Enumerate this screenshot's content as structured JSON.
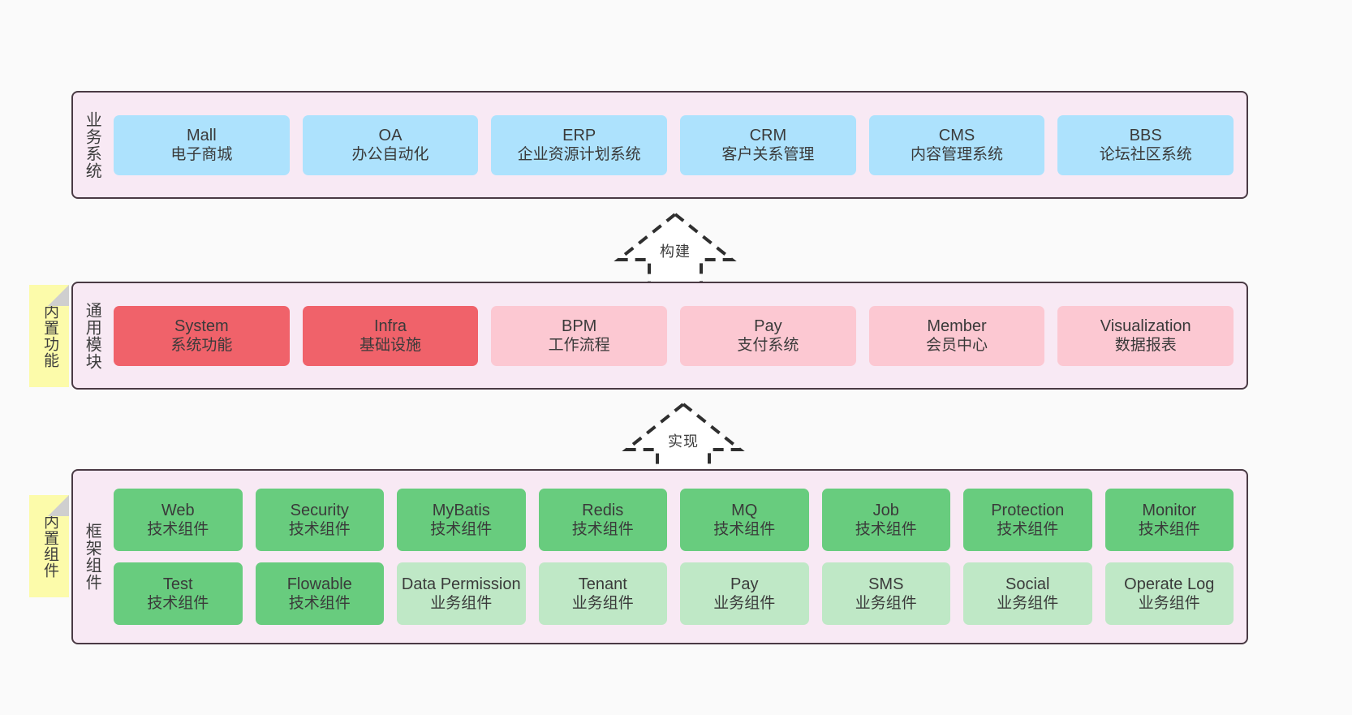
{
  "diagram": {
    "background_color": "#fafafa",
    "layer_fill": "#f8e9f4",
    "layer_border": "#4a3a44",
    "sticky_color": "#fcfbaa"
  },
  "layers": [
    {
      "key": "business",
      "label": "业务系统",
      "card_color": "#ade2fd",
      "cards": [
        {
          "title": "Mall",
          "subtitle": "电子商城",
          "style": "blue"
        },
        {
          "title": "OA",
          "subtitle": "办公自动化",
          "style": "blue"
        },
        {
          "title": "ERP",
          "subtitle": "企业资源计划系统",
          "style": "blue"
        },
        {
          "title": "CRM",
          "subtitle": "客户关系管理",
          "style": "blue"
        },
        {
          "title": "CMS",
          "subtitle": "内容管理系统",
          "style": "blue"
        },
        {
          "title": "BBS",
          "subtitle": "论坛社区系统",
          "style": "blue"
        }
      ]
    },
    {
      "key": "common",
      "label": "通用模块",
      "sticky": "内置功能",
      "card_color_primary": "#f0626a",
      "card_color_secondary": "#fcc8d2",
      "cards": [
        {
          "title": "System",
          "subtitle": "系统功能",
          "style": "red"
        },
        {
          "title": "Infra",
          "subtitle": "基础设施",
          "style": "red"
        },
        {
          "title": "BPM",
          "subtitle": "工作流程",
          "style": "pink"
        },
        {
          "title": "Pay",
          "subtitle": "支付系统",
          "style": "pink"
        },
        {
          "title": "Member",
          "subtitle": "会员中心",
          "style": "pink"
        },
        {
          "title": "Visualization",
          "subtitle": "数据报表",
          "style": "pink"
        }
      ]
    },
    {
      "key": "framework",
      "label": "框架组件",
      "sticky": "内置组件",
      "card_color_primary": "#68cc7e",
      "card_color_secondary": "#bfe8c6",
      "rows": [
        [
          {
            "title": "Web",
            "subtitle": "技术组件",
            "style": "green"
          },
          {
            "title": "Security",
            "subtitle": "技术组件",
            "style": "green"
          },
          {
            "title": "MyBatis",
            "subtitle": "技术组件",
            "style": "green"
          },
          {
            "title": "Redis",
            "subtitle": "技术组件",
            "style": "green"
          },
          {
            "title": "MQ",
            "subtitle": "技术组件",
            "style": "green"
          },
          {
            "title": "Job",
            "subtitle": "技术组件",
            "style": "green"
          },
          {
            "title": "Protection",
            "subtitle": "技术组件",
            "style": "green"
          },
          {
            "title": "Monitor",
            "subtitle": "技术组件",
            "style": "green"
          }
        ],
        [
          {
            "title": "Test",
            "subtitle": "技术组件",
            "style": "green"
          },
          {
            "title": "Flowable",
            "subtitle": "技术组件",
            "style": "green"
          },
          {
            "title": "Data Permission",
            "subtitle": "业务组件",
            "style": "lgreen"
          },
          {
            "title": "Tenant",
            "subtitle": "业务组件",
            "style": "lgreen"
          },
          {
            "title": "Pay",
            "subtitle": "业务组件",
            "style": "lgreen"
          },
          {
            "title": "SMS",
            "subtitle": "业务组件",
            "style": "lgreen"
          },
          {
            "title": "Social",
            "subtitle": "业务组件",
            "style": "lgreen"
          },
          {
            "title": "Operate Log",
            "subtitle": "业务组件",
            "style": "lgreen"
          }
        ]
      ]
    }
  ],
  "connectors": [
    {
      "key": "build",
      "label": "构建"
    },
    {
      "key": "implement",
      "label": "实现"
    }
  ]
}
